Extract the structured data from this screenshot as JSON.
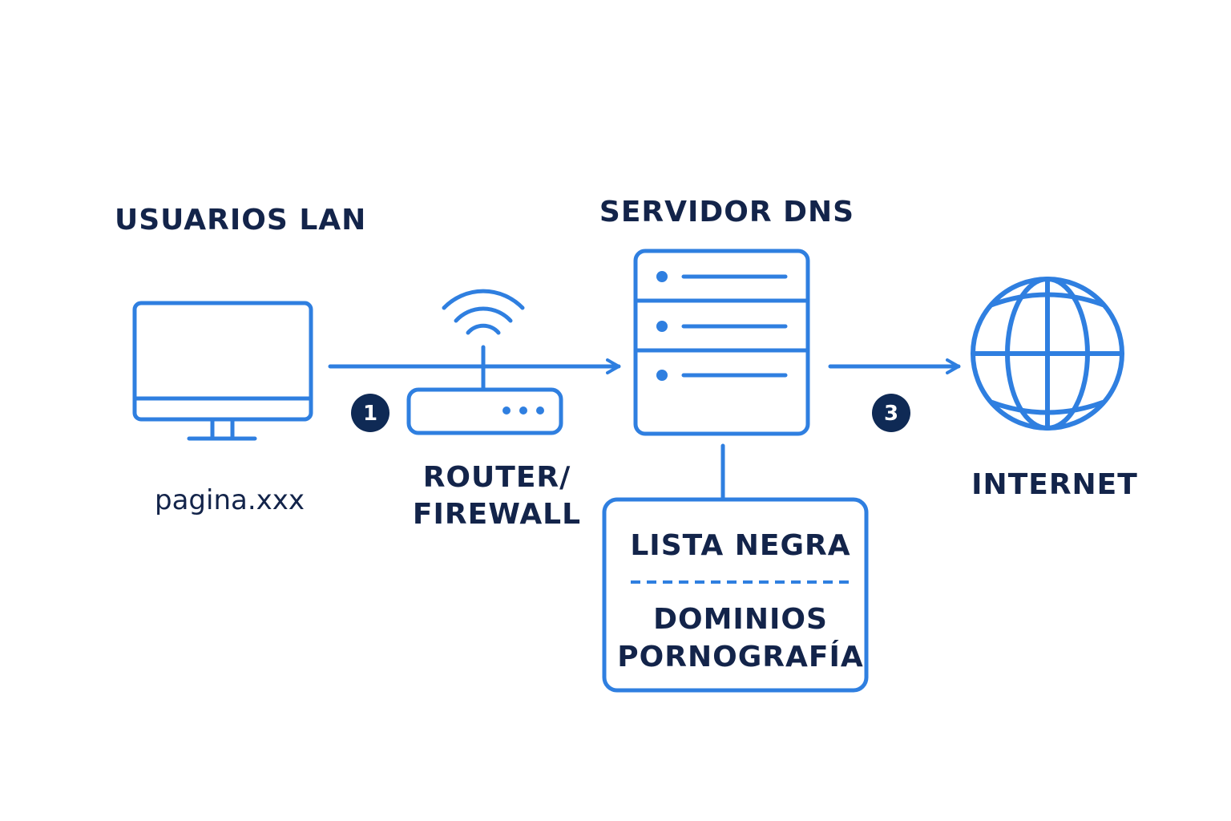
{
  "nodes": {
    "lan_users": {
      "title": "USUARIOS LAN",
      "caption": "pagina.xxx",
      "icon": "monitor-icon"
    },
    "router": {
      "title": "ROUTER/\nFIREWALL",
      "icon": "router-icon"
    },
    "dns_server": {
      "title": "SERVIDOR DNS",
      "icon": "server-icon"
    },
    "internet": {
      "title": "INTERNET",
      "icon": "globe-icon"
    },
    "blacklist": {
      "title": "LISTA NEGRA",
      "content": "DOMINIOS\nPORNOGRAFÍA"
    }
  },
  "steps": [
    {
      "number": "1"
    },
    {
      "number": "3"
    }
  ],
  "colors": {
    "stroke": "#2f7fe0",
    "text": "#13244a",
    "badge": "#0f2a55",
    "background": "#ffffff"
  }
}
